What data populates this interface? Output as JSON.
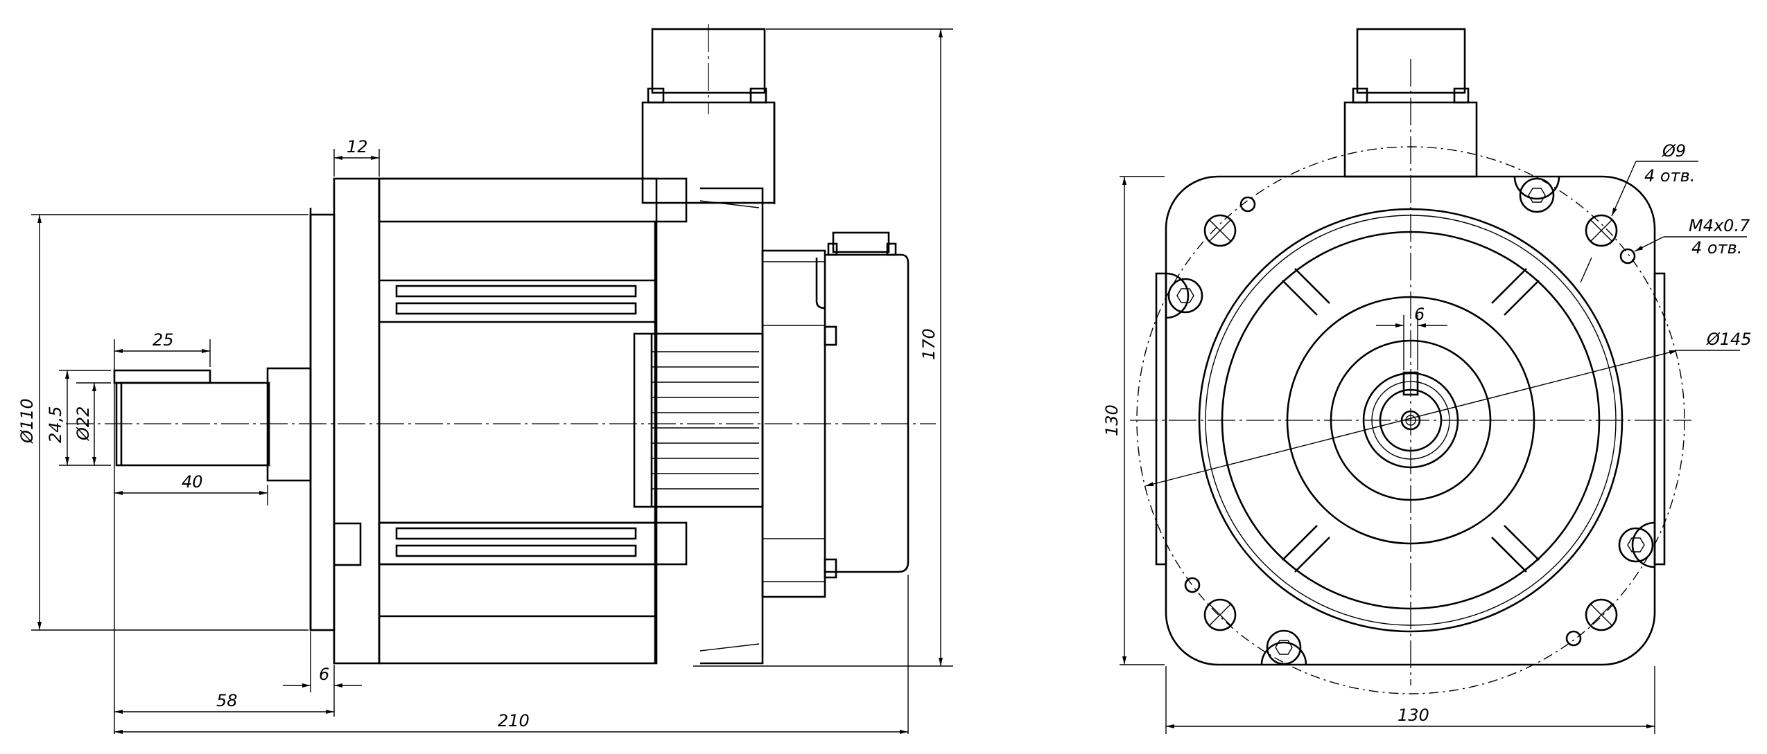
{
  "side_view": {
    "dims": {
      "flange_thickness": "12",
      "key_length": "25",
      "flange_diameter": "Ø110",
      "key_height": "24,5",
      "shaft_diameter": "Ø22",
      "shaft_length": "40",
      "pilot_thickness": "6",
      "shaft_offset": "58",
      "overall_length": "210",
      "overall_height": "170"
    }
  },
  "front_view": {
    "dims": {
      "hole_diameter": "Ø9",
      "hole_count": "4 отв.",
      "thread_size": "M4x0.7",
      "thread_count": "4 отв.",
      "key_width": "6",
      "bolt_circle": "Ø145",
      "body_height": "130",
      "body_width": "130"
    }
  }
}
